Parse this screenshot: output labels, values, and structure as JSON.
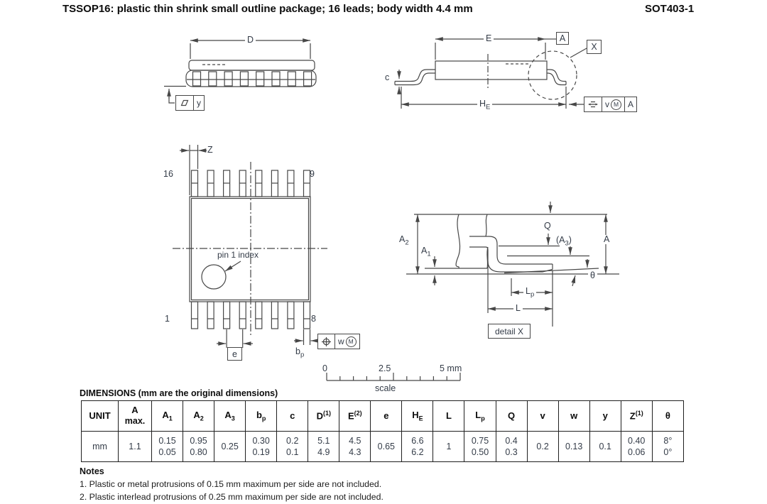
{
  "header": {
    "title": "TSSOP16: plastic thin shrink small outline package; 16 leads; body width 4.4 mm",
    "code": "SOT403-1"
  },
  "side_view": {
    "d": "D",
    "flatness_label": "y",
    "flatness_symbol": "flatness-parallelogram"
  },
  "end_view": {
    "e": "E",
    "c": "c",
    "he_pre": "H",
    "he_sub": "E",
    "datum_a": "A",
    "detail_ref": "X",
    "frame": {
      "symbol": "seating-plane",
      "tol": "v",
      "modifier": "M",
      "datum": "A"
    }
  },
  "top_view": {
    "z": "Z",
    "pin16": "16",
    "pin9": "9",
    "pin1": "1",
    "pin8": "8",
    "pin1_index": "pin 1 index",
    "e": "e",
    "bp_pre": "b",
    "bp_sub": "p",
    "frame": {
      "symbol": "position",
      "tol": "w",
      "modifier": "M"
    }
  },
  "detail_view": {
    "a": "A",
    "a2_pre": "A",
    "a2_sub": "2",
    "a1_pre": "A",
    "a1_sub": "1",
    "q": "Q",
    "a3_pre": "(A",
    "a3_sub": "3",
    "a3_post": ")",
    "lp_pre": "L",
    "lp_sub": "p",
    "l": "L",
    "theta": "θ",
    "caption": "detail X"
  },
  "scale_bar": {
    "t0": "0",
    "t1": "2.5",
    "t2": "5 mm",
    "label": "scale"
  },
  "table": {
    "caption": "DIMENSIONS (mm are the original dimensions)",
    "columns": [
      {
        "h": "UNIT",
        "v": "mm"
      },
      {
        "h": "A",
        "h2": "max.",
        "v": "1.1"
      },
      {
        "h": "A",
        "sub": "1",
        "v": "0.15\n0.05"
      },
      {
        "h": "A",
        "sub": "2",
        "v": "0.95\n0.80"
      },
      {
        "h": "A",
        "sub": "3",
        "v": "0.25"
      },
      {
        "h": "b",
        "sub": "p",
        "v": "0.30\n0.19"
      },
      {
        "h": "c",
        "v": "0.2\n0.1"
      },
      {
        "h": "D",
        "sup": "(1)",
        "v": "5.1\n4.9"
      },
      {
        "h": "E",
        "sup": "(2)",
        "v": "4.5\n4.3"
      },
      {
        "h": "e",
        "v": "0.65"
      },
      {
        "h": "H",
        "sub": "E",
        "v": "6.6\n6.2"
      },
      {
        "h": "L",
        "v": "1"
      },
      {
        "h": "L",
        "sub": "p",
        "v": "0.75\n0.50"
      },
      {
        "h": "Q",
        "v": "0.4\n0.3"
      },
      {
        "h": "v",
        "v": "0.2"
      },
      {
        "h": "w",
        "v": "0.13"
      },
      {
        "h": "y",
        "v": "0.1"
      },
      {
        "h": "Z",
        "sup": "(1)",
        "v": "0.40\n0.06"
      },
      {
        "h": "θ",
        "v": "8°\n0°"
      }
    ]
  },
  "notes": {
    "heading": "Notes",
    "items": [
      "1. Plastic or metal protrusions of 0.15 mm maximum per side are not included.",
      "2. Plastic interlead protrusions of 0.25 mm maximum per side are not included."
    ]
  }
}
